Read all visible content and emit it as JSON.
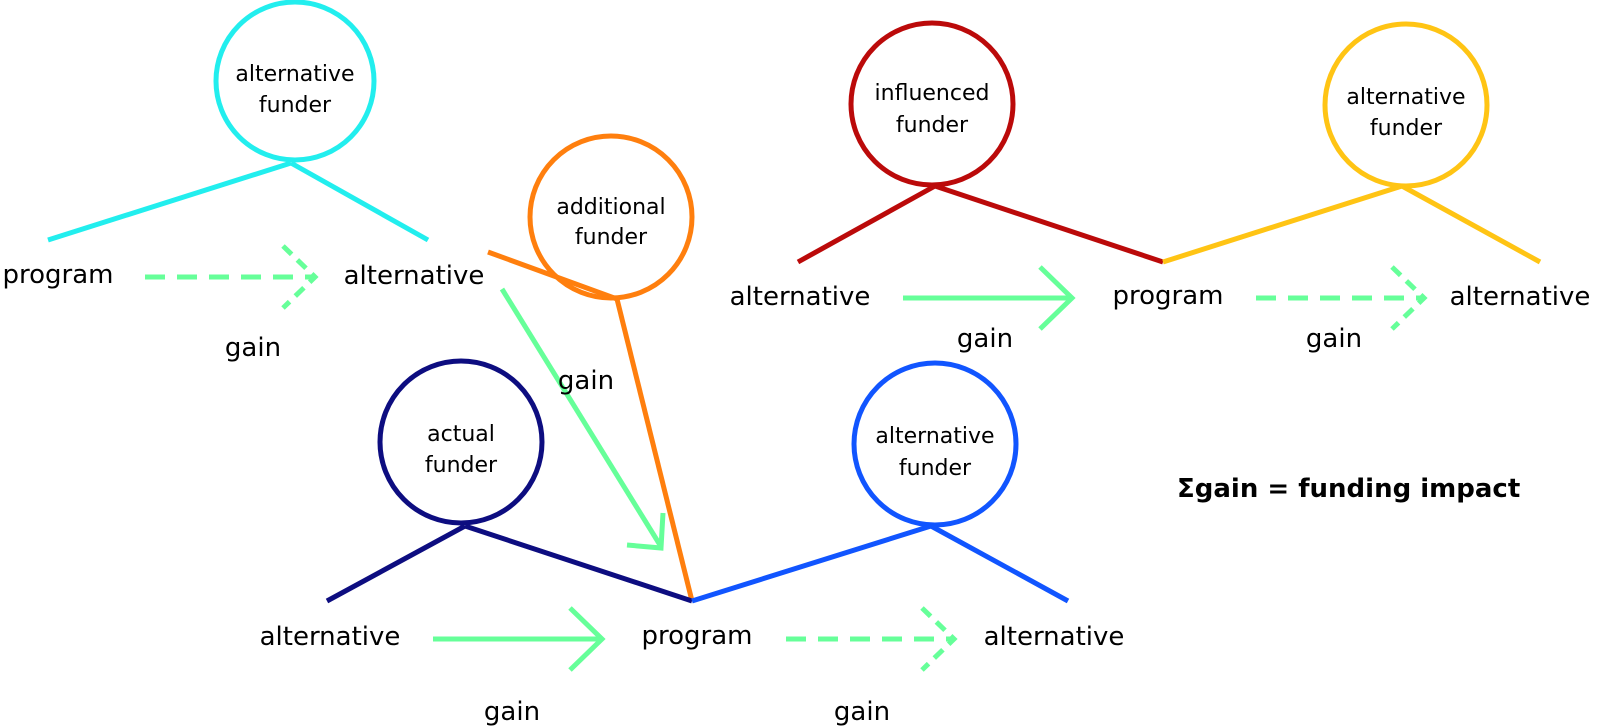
{
  "funders": {
    "top_left_alternative": {
      "line1": "alternative",
      "line2": "funder",
      "color": "#22eeee"
    },
    "additional": {
      "line1": "additional",
      "line2": "funder",
      "color": "#ff7f0e"
    },
    "actual": {
      "line1": "actual",
      "line2": "funder",
      "color": "#0d0d80"
    },
    "bottom_alternative": {
      "line1": "alternative",
      "line2": "funder",
      "color": "#1155ff"
    },
    "influenced": {
      "line1": "influenced",
      "line2": "funder",
      "color": "#bb0a0a"
    },
    "top_right_alternative": {
      "line1": "alternative",
      "line2": "funder",
      "color": "#ffc414"
    }
  },
  "labels": {
    "tl_program": "program",
    "tl_alternative": "alternative",
    "tl_gain": "gain",
    "additional_gain": "gain",
    "b_alternative_left": "alternative",
    "b_program": "program",
    "b_alternative_right": "alternative",
    "b_gain_left": "gain",
    "b_gain_right": "gain",
    "tr_alternative_left": "alternative",
    "tr_program": "program",
    "tr_alternative_right": "alternative",
    "tr_gain_left": "gain",
    "tr_gain_right": "gain"
  },
  "formula": "Σgain = funding impact",
  "arrow_color": "#66ff99"
}
